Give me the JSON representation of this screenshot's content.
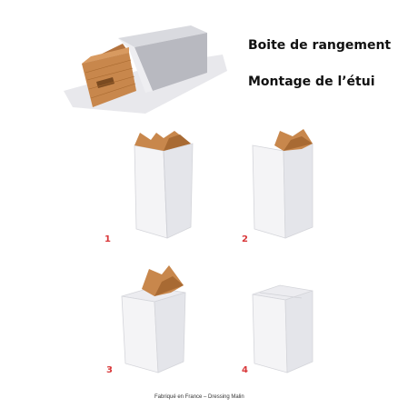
{
  "title_line1": "Boite de rangement",
  "title_line2": "Montage de l’étui",
  "steps": [
    {
      "number": "1"
    },
    {
      "number": "2"
    },
    {
      "number": "3"
    },
    {
      "number": "4"
    }
  ],
  "footer": "Fabriqué en France – Dressing Malin",
  "colors": {
    "step_number": "#d9383a",
    "kraft": "#c8874c",
    "kraft_dark": "#9c5f2c",
    "carton_white": "#f4f4f6",
    "carton_grey": "#cfd0d6",
    "shadow": "#e6e6ea"
  }
}
